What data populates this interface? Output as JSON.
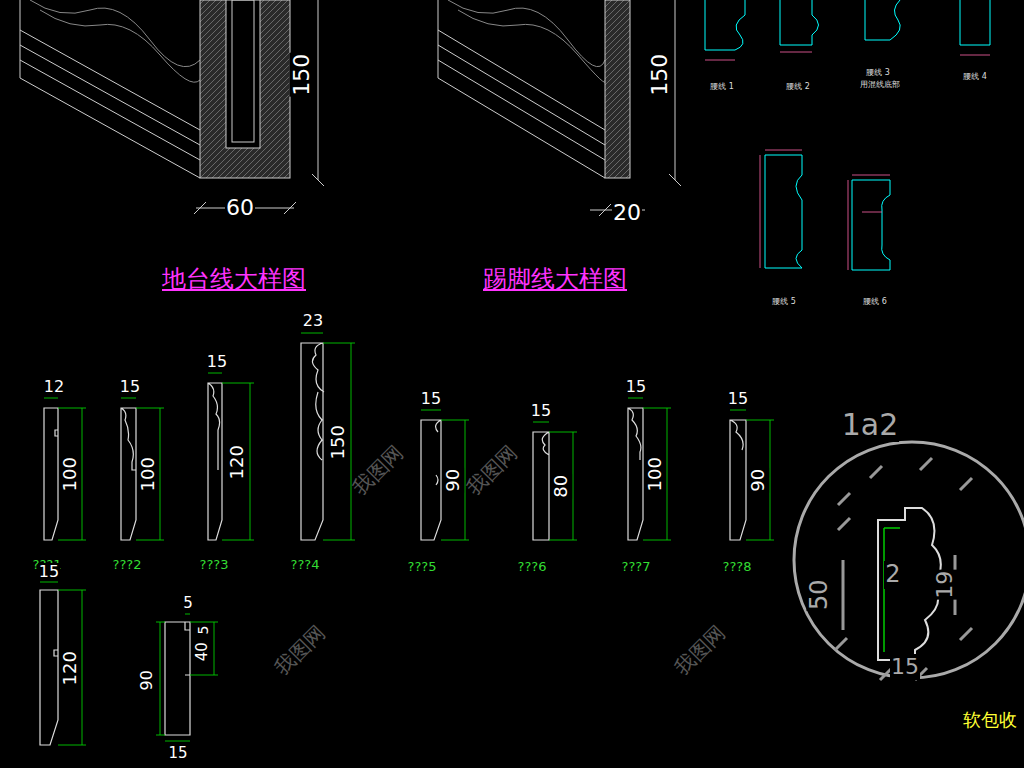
{
  "diagram": {
    "labels": [
      "60",
      "150",
      "150",
      "20",
      "地台线大样图",
      "踢脚线大样图",
      "腰线 1",
      "腰线 2",
      "腰线 3",
      "用混线底部",
      "腰线 4",
      "腰线 5",
      "腰线 6",
      "12",
      "100",
      "???1",
      "15",
      "100",
      "???2",
      "15",
      "120",
      "???3",
      "23",
      "150",
      "???4",
      "15",
      "90",
      "???5",
      "15",
      "80",
      "???6",
      "15",
      "100",
      "???7",
      "15",
      "90",
      "???8",
      "15",
      "120",
      "5",
      "5",
      "40",
      "90",
      "15",
      "1a2",
      "50",
      "2",
      "19",
      "15",
      "软包收",
      "我图网",
      "我图网",
      "我图网",
      "我图网"
    ]
  }
}
